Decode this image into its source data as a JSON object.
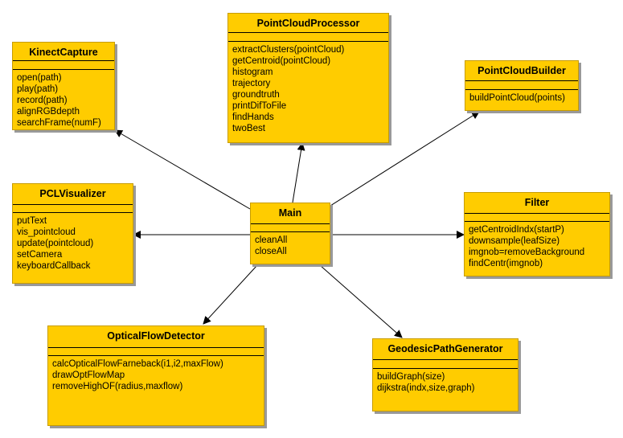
{
  "classes": {
    "kinect": {
      "name": "KinectCapture",
      "methods": [
        "open(path)",
        "play(path)",
        "record(path)",
        "alignRGBdepth",
        "searchFrame(numF)"
      ]
    },
    "processor": {
      "name": "PointCloudProcessor",
      "methods": [
        "extractClusters(pointCloud)",
        "getCentroid(pointCloud)",
        "histogram",
        "trajectory",
        "groundtruth",
        "printDifToFile",
        "findHands",
        "twoBest"
      ]
    },
    "builder": {
      "name": "PointCloudBuilder",
      "methods": [
        "buildPointCloud(points)"
      ]
    },
    "visualizer": {
      "name": "PCLVisualizer",
      "methods": [
        "putText",
        "vis_pointcloud",
        "update(pointcloud)",
        "setCamera",
        "keyboardCallback"
      ]
    },
    "main": {
      "name": "Main",
      "methods": [
        "cleanAll",
        "closeAll"
      ]
    },
    "filter": {
      "name": "Filter",
      "methods": [
        "getCentroidIndx(startP)",
        "downsample(leafSize)",
        "imgnob=removeBackground",
        "findCentr(imgnob)"
      ]
    },
    "optical": {
      "name": "OpticalFlowDetector",
      "methods": [
        "calcOpticalFlowFarneback(i1,i2,maxFlow)",
        "drawOptFlowMap",
        "removeHighOF(radius,maxflow)"
      ]
    },
    "geodesic": {
      "name": "GeodesicPathGenerator",
      "methods": [
        "buildGraph(size)",
        "dijkstra(indx,size,graph)"
      ]
    }
  },
  "colors": {
    "box_fill": "#ffcc00",
    "shadow": "#999999",
    "line": "#000000"
  }
}
